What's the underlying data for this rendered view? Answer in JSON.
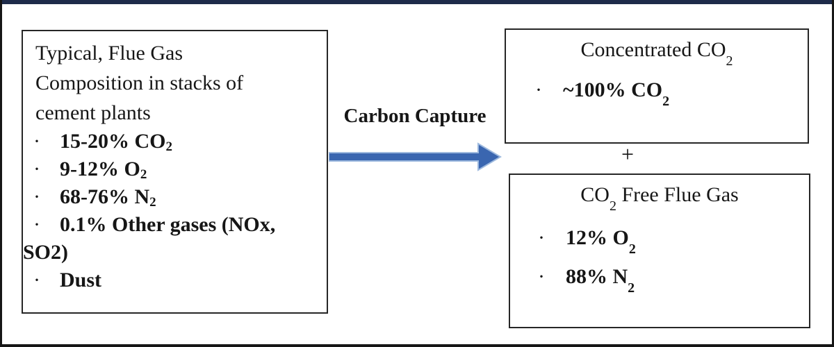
{
  "diagram": {
    "bullet_char": "·",
    "left_box": {
      "title_lines": [
        "Typical, Flue Gas",
        "Composition in stacks of",
        "cement plants"
      ],
      "bullets": {
        "co2": {
          "pre": "15-20% CO",
          "sub": "2"
        },
        "o2": {
          "pre": "9-12% O",
          "sub": "2"
        },
        "n2": {
          "pre": "68-76% N",
          "sub": "2"
        },
        "other_line1": "0.1% Other gases (NOx,",
        "other_line2": "SO2)",
        "dust": "Dust"
      }
    },
    "process": {
      "label": "Carbon Capture"
    },
    "top_right_box": {
      "title": {
        "pre": "Concentrated CO",
        "sub": "2"
      },
      "bullet": {
        "pre": "~100% CO",
        "sub": "2"
      }
    },
    "plus": "+",
    "bottom_right_box": {
      "title": {
        "pre": "CO",
        "sub": "2",
        "post": " Free Flue Gas"
      },
      "bullets": {
        "o2": {
          "pre": "12% O",
          "sub": "2"
        },
        "n2": {
          "pre": "88% N",
          "sub": "2"
        }
      }
    },
    "colors": {
      "arrow_fill": "#3a66b0",
      "arrow_edge": "#9db9de",
      "top_bar": "#1e2b4a",
      "frame_border": "#161616"
    }
  }
}
